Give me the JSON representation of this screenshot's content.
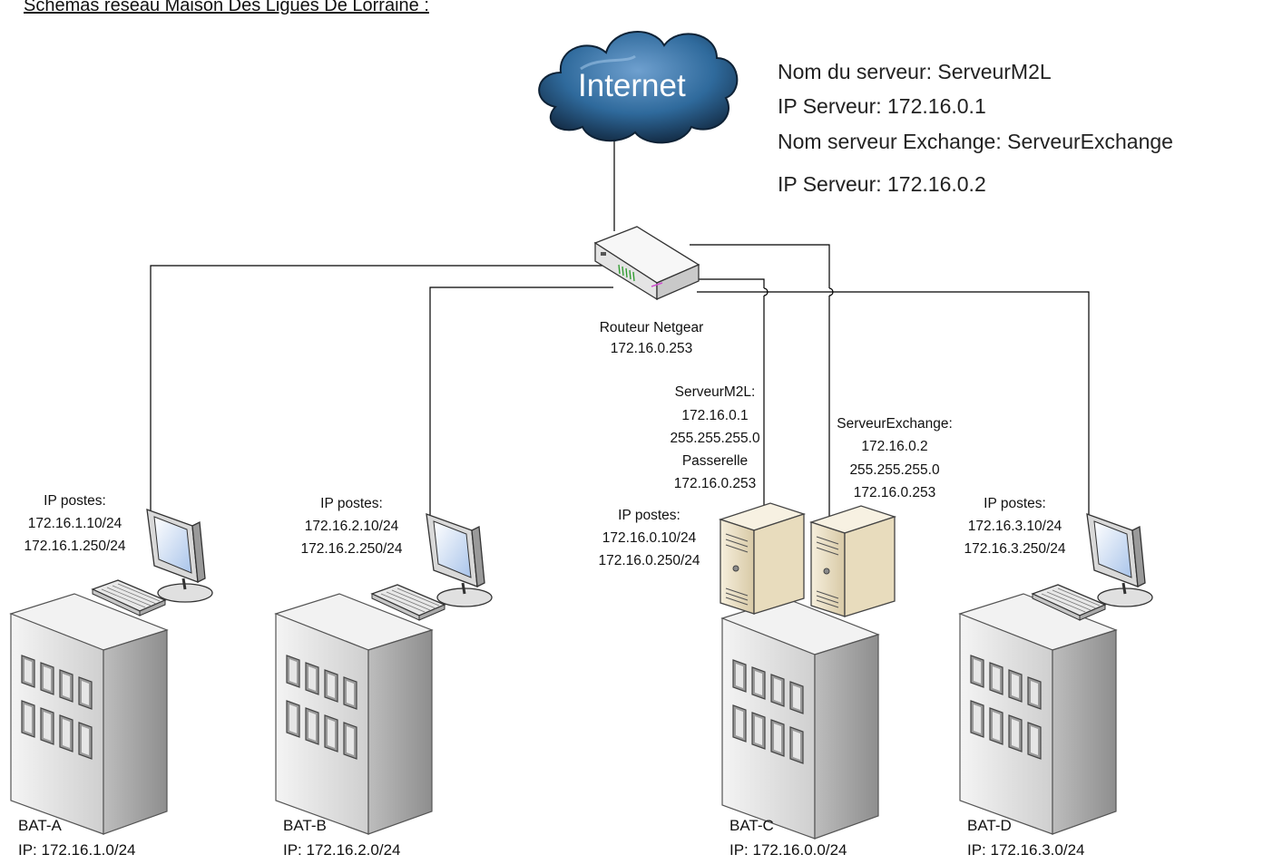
{
  "title": "Schémas réseau Maison Des Ligues De Lorraine :",
  "cloud_label": "Internet",
  "server_info": [
    "Nom du serveur: ServeurM2L",
    "IP Serveur: 172.16.0.1",
    "Nom serveur Exchange: ServeurExchange",
    "IP Serveur: 172.16.0.2"
  ],
  "router": {
    "name": "Routeur Netgear",
    "ip": "172.16.0.253"
  },
  "server_m2l": {
    "lines": [
      "ServeurM2L:",
      "172.16.0.1",
      "255.255.255.0",
      "Passerelle",
      "172.16.0.253"
    ]
  },
  "server_exchange": {
    "lines": [
      "ServeurExchange:",
      "172.16.0.2",
      "255.255.255.0",
      "172.16.0.253"
    ]
  },
  "buildings": [
    {
      "name": "BAT-A",
      "ip": "IP: 172.16.1.0/24",
      "postes": [
        "IP postes:",
        "172.16.1.10/24",
        "172.16.1.250/24"
      ]
    },
    {
      "name": "BAT-B",
      "ip": "IP: 172.16.2.0/24",
      "postes": [
        "IP postes:",
        "172.16.2.10/24",
        "172.16.2.250/24"
      ]
    },
    {
      "name": "BAT-C",
      "ip": "IP: 172.16.0.0/24",
      "postes": [
        "IP postes:",
        "172.16.0.10/24",
        "172.16.0.250/24"
      ]
    },
    {
      "name": "BAT-D",
      "ip": "IP: 172.16.3.0/24",
      "postes": [
        "IP postes:",
        "172.16.3.10/24",
        "172.16.3.250/24"
      ]
    }
  ],
  "colors": {
    "cloud": "#2f6a9c",
    "server": "#efe6cf",
    "building": "#d6d6d6",
    "screen": "#cfe0f6",
    "line": "#000000"
  }
}
